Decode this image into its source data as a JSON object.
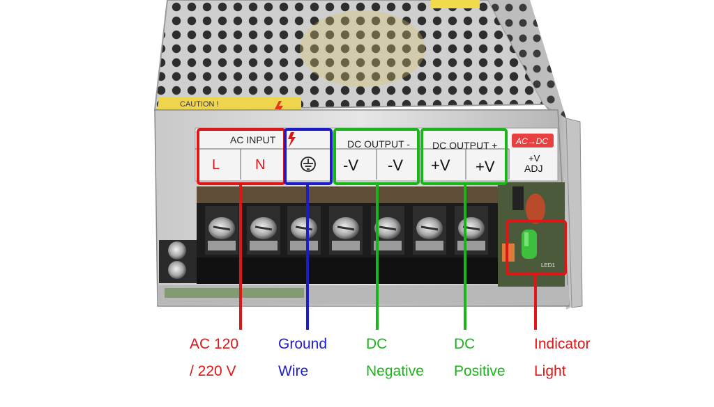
{
  "sticker": {
    "caution": "CAUTION !"
  },
  "panel": {
    "ac_input": "AC INPUT",
    "dc_output_neg": "DC OUTPUT -",
    "dc_output_pos": "DC OUTPUT +",
    "ac_dc_badge": "AC→DC",
    "terminals": {
      "l": "L",
      "n": "N",
      "neg1": "-V",
      "neg2": "-V",
      "pos1": "+V",
      "pos2": "+V",
      "adj_top": "+V",
      "adj_bottom": "ADJ"
    },
    "led_label": "LED1"
  },
  "labels": {
    "ac": {
      "line1": "AC 120",
      "line2": "/ 220 V",
      "color": "#e01515"
    },
    "ground": {
      "line1": "Ground",
      "line2": "Wire",
      "color": "#1c1cc8"
    },
    "dc_negative": {
      "line1": "DC",
      "line2": "Negative",
      "color": "#19b519"
    },
    "dc_positive": {
      "line1": "DC",
      "line2": "Positive",
      "color": "#19b519"
    },
    "indicator": {
      "line1": "Indicator",
      "line2": "Light",
      "color": "#e01515"
    }
  },
  "colors": {
    "red": "#e01515",
    "blue": "#1c1cc8",
    "green": "#19b519"
  }
}
